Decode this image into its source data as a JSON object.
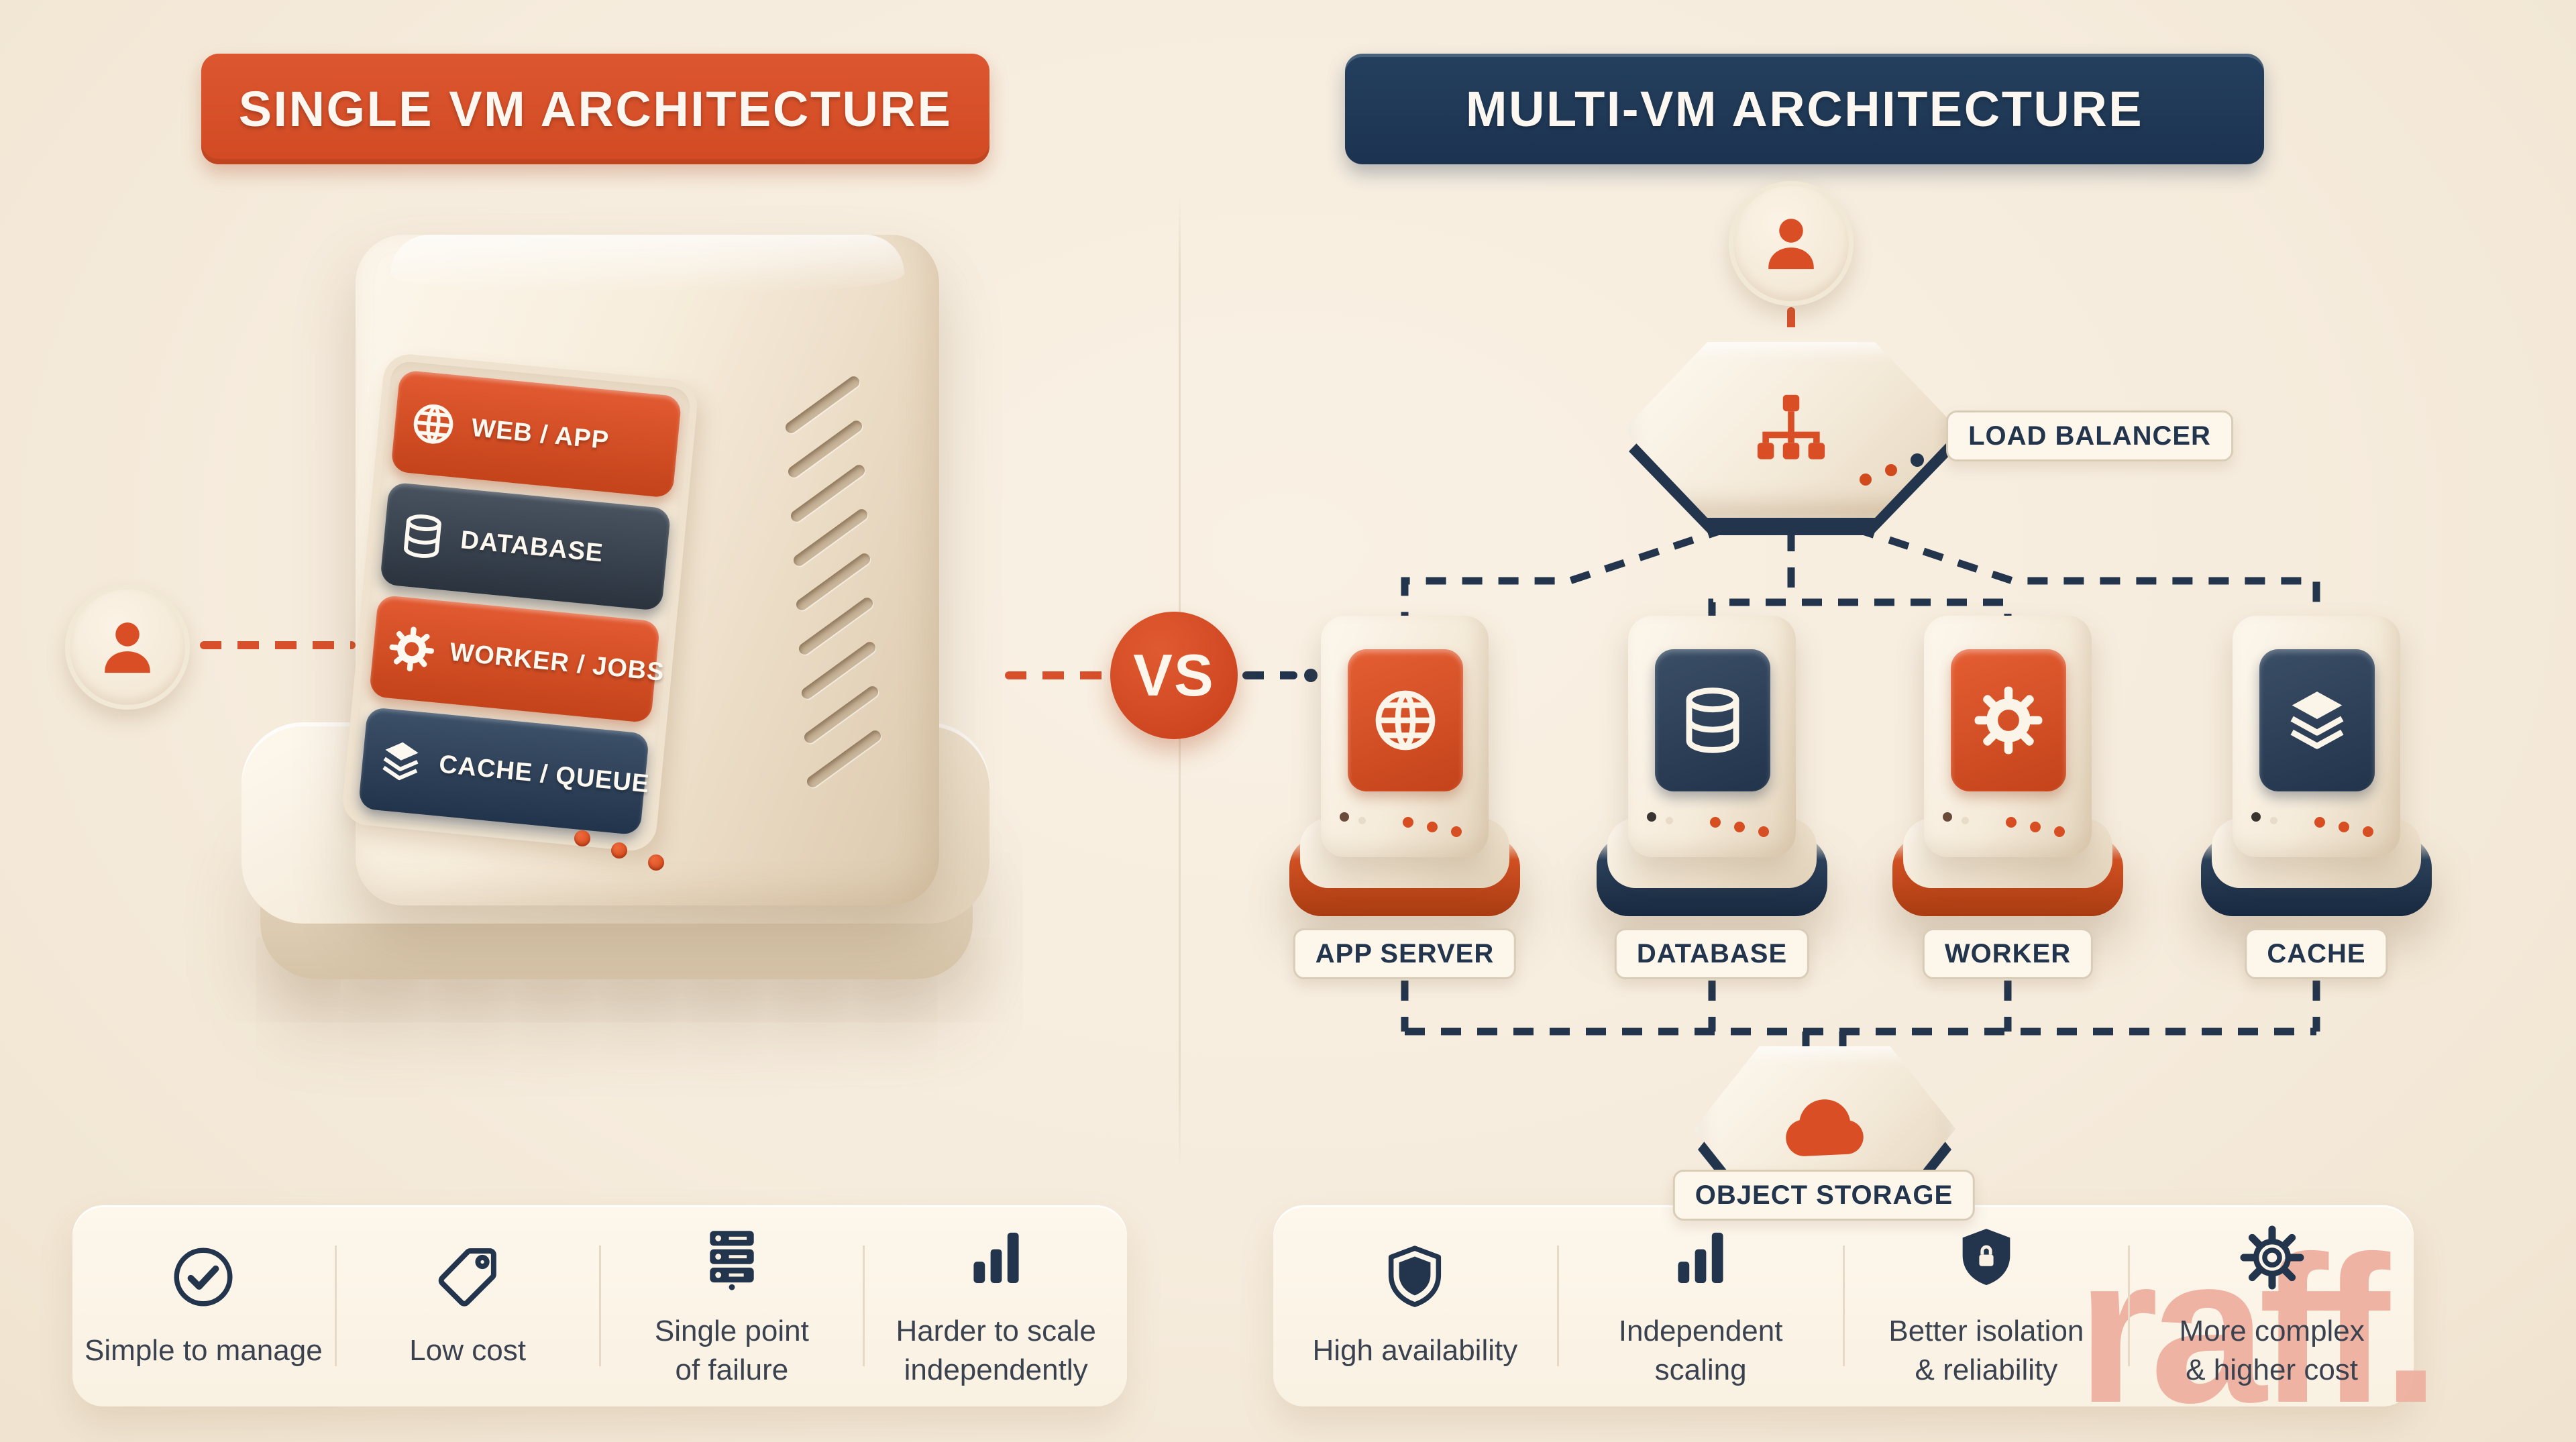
{
  "left": {
    "title": "SINGLE VM ARCHITECTURE",
    "stack": [
      {
        "icon": "globe-icon",
        "label": "WEB / APP"
      },
      {
        "icon": "database-icon",
        "label": "DATABASE"
      },
      {
        "icon": "gear-icon",
        "label": "WORKER / JOBS"
      },
      {
        "icon": "layers-icon",
        "label": "CACHE / QUEUE"
      }
    ],
    "features": [
      {
        "icon": "check-circle-icon",
        "label": "Simple to manage"
      },
      {
        "icon": "tag-icon",
        "label": "Low cost"
      },
      {
        "icon": "server-rack-icon",
        "label": "Single point\nof failure"
      },
      {
        "icon": "bar-chart-icon",
        "label": "Harder to scale\nindependently"
      }
    ]
  },
  "center": {
    "vs_label": "VS"
  },
  "right": {
    "title": "MULTI-VM ARCHITECTURE",
    "load_balancer": {
      "icon": "hierarchy-icon",
      "label": "LOAD BALANCER"
    },
    "servers": [
      {
        "icon": "globe-icon",
        "label": "APP SERVER",
        "accent": "orange"
      },
      {
        "icon": "database-icon",
        "label": "DATABASE",
        "accent": "navy"
      },
      {
        "icon": "gear-icon",
        "label": "WORKER",
        "accent": "orange"
      },
      {
        "icon": "layers-icon",
        "label": "CACHE",
        "accent": "navy"
      }
    ],
    "object_storage": {
      "icon": "cloud-icon",
      "label": "OBJECT STORAGE"
    },
    "features": [
      {
        "icon": "shield-icon",
        "label": "High availability"
      },
      {
        "icon": "bar-chart-icon",
        "label": "Independent\nscaling"
      },
      {
        "icon": "shield-lock-icon",
        "label": "Better isolation\n& reliability"
      },
      {
        "icon": "gear-outline-icon",
        "label": "More complex\n& higher cost"
      }
    ]
  },
  "watermark": "raff.",
  "colors": {
    "orange": "#D8502B",
    "navy": "#22354D",
    "slate": "#3A4452",
    "background": "#F6ECDD",
    "watermark_pink": "#EFB0A0"
  }
}
